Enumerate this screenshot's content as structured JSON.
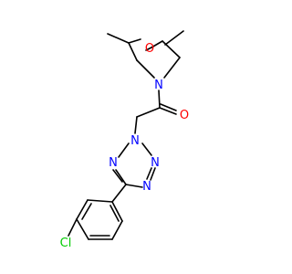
{
  "molecule": {
    "atom_labels": {
      "morpholine_o": "O",
      "morpholine_n": "N",
      "carbonyl_o": "O",
      "tz_n2": "N",
      "tz_n3": "N",
      "tz_n4": "N",
      "tz_n1": "N",
      "chlorine": "Cl"
    },
    "colors": {
      "bond": "#000000",
      "oxygen": "#ff0000",
      "nitrogen": "#0000ff",
      "chlorine": "#00cc00"
    }
  }
}
